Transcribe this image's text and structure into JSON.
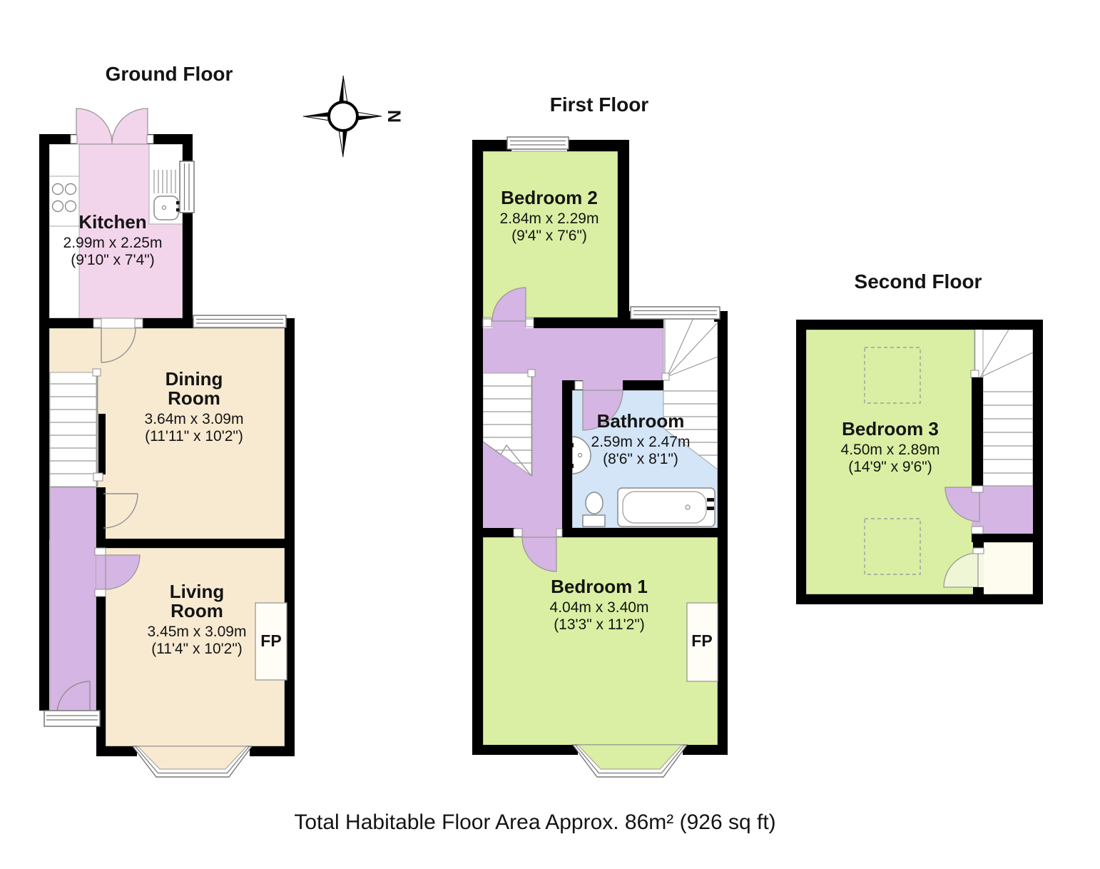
{
  "ground": {
    "title": "Ground Floor",
    "kitchen": {
      "name": "Kitchen",
      "metric": "2.99m x 2.25m",
      "imperial": "(9'10\" x 7'4\")"
    },
    "dining": {
      "name1": "Dining",
      "name2": "Room",
      "metric": "3.64m x 3.09m",
      "imperial": "(11'11\" x 10'2\")"
    },
    "living": {
      "name1": "Living",
      "name2": "Room",
      "metric": "3.45m x 3.09m",
      "imperial": "(11'4\" x 10'2\")"
    },
    "fireplace": "FP"
  },
  "first": {
    "title": "First Floor",
    "bedroom2": {
      "name": "Bedroom 2",
      "metric": "2.84m x 2.29m",
      "imperial": "(9'4\" x 7'6\")"
    },
    "bathroom": {
      "name": "Bathroom",
      "metric": "2.59m x 2.47m",
      "imperial": "(8'6\" x 8'1\")"
    },
    "bedroom1": {
      "name": "Bedroom 1",
      "metric": "4.04m x 3.40m",
      "imperial": "(13'3\" x 11'2\")"
    },
    "fireplace": "FP"
  },
  "second": {
    "title": "Second Floor",
    "bedroom3": {
      "name": "Bedroom 3",
      "metric": "4.50m x 2.89m",
      "imperial": "(14'9\" x 9'6\")"
    }
  },
  "compass": {
    "north": "N"
  },
  "footer": {
    "total": "Total Habitable Floor Area Approx. 86m² (926 sq ft)"
  },
  "colors": {
    "wall": "#000000",
    "kitchen": "#f3d5eb",
    "hallway": "#d5b5e3",
    "reception": "#f8ead1",
    "bedroom": "#daefa3",
    "bathroom": "#d3e5f7",
    "closet": "#fdfcee"
  }
}
